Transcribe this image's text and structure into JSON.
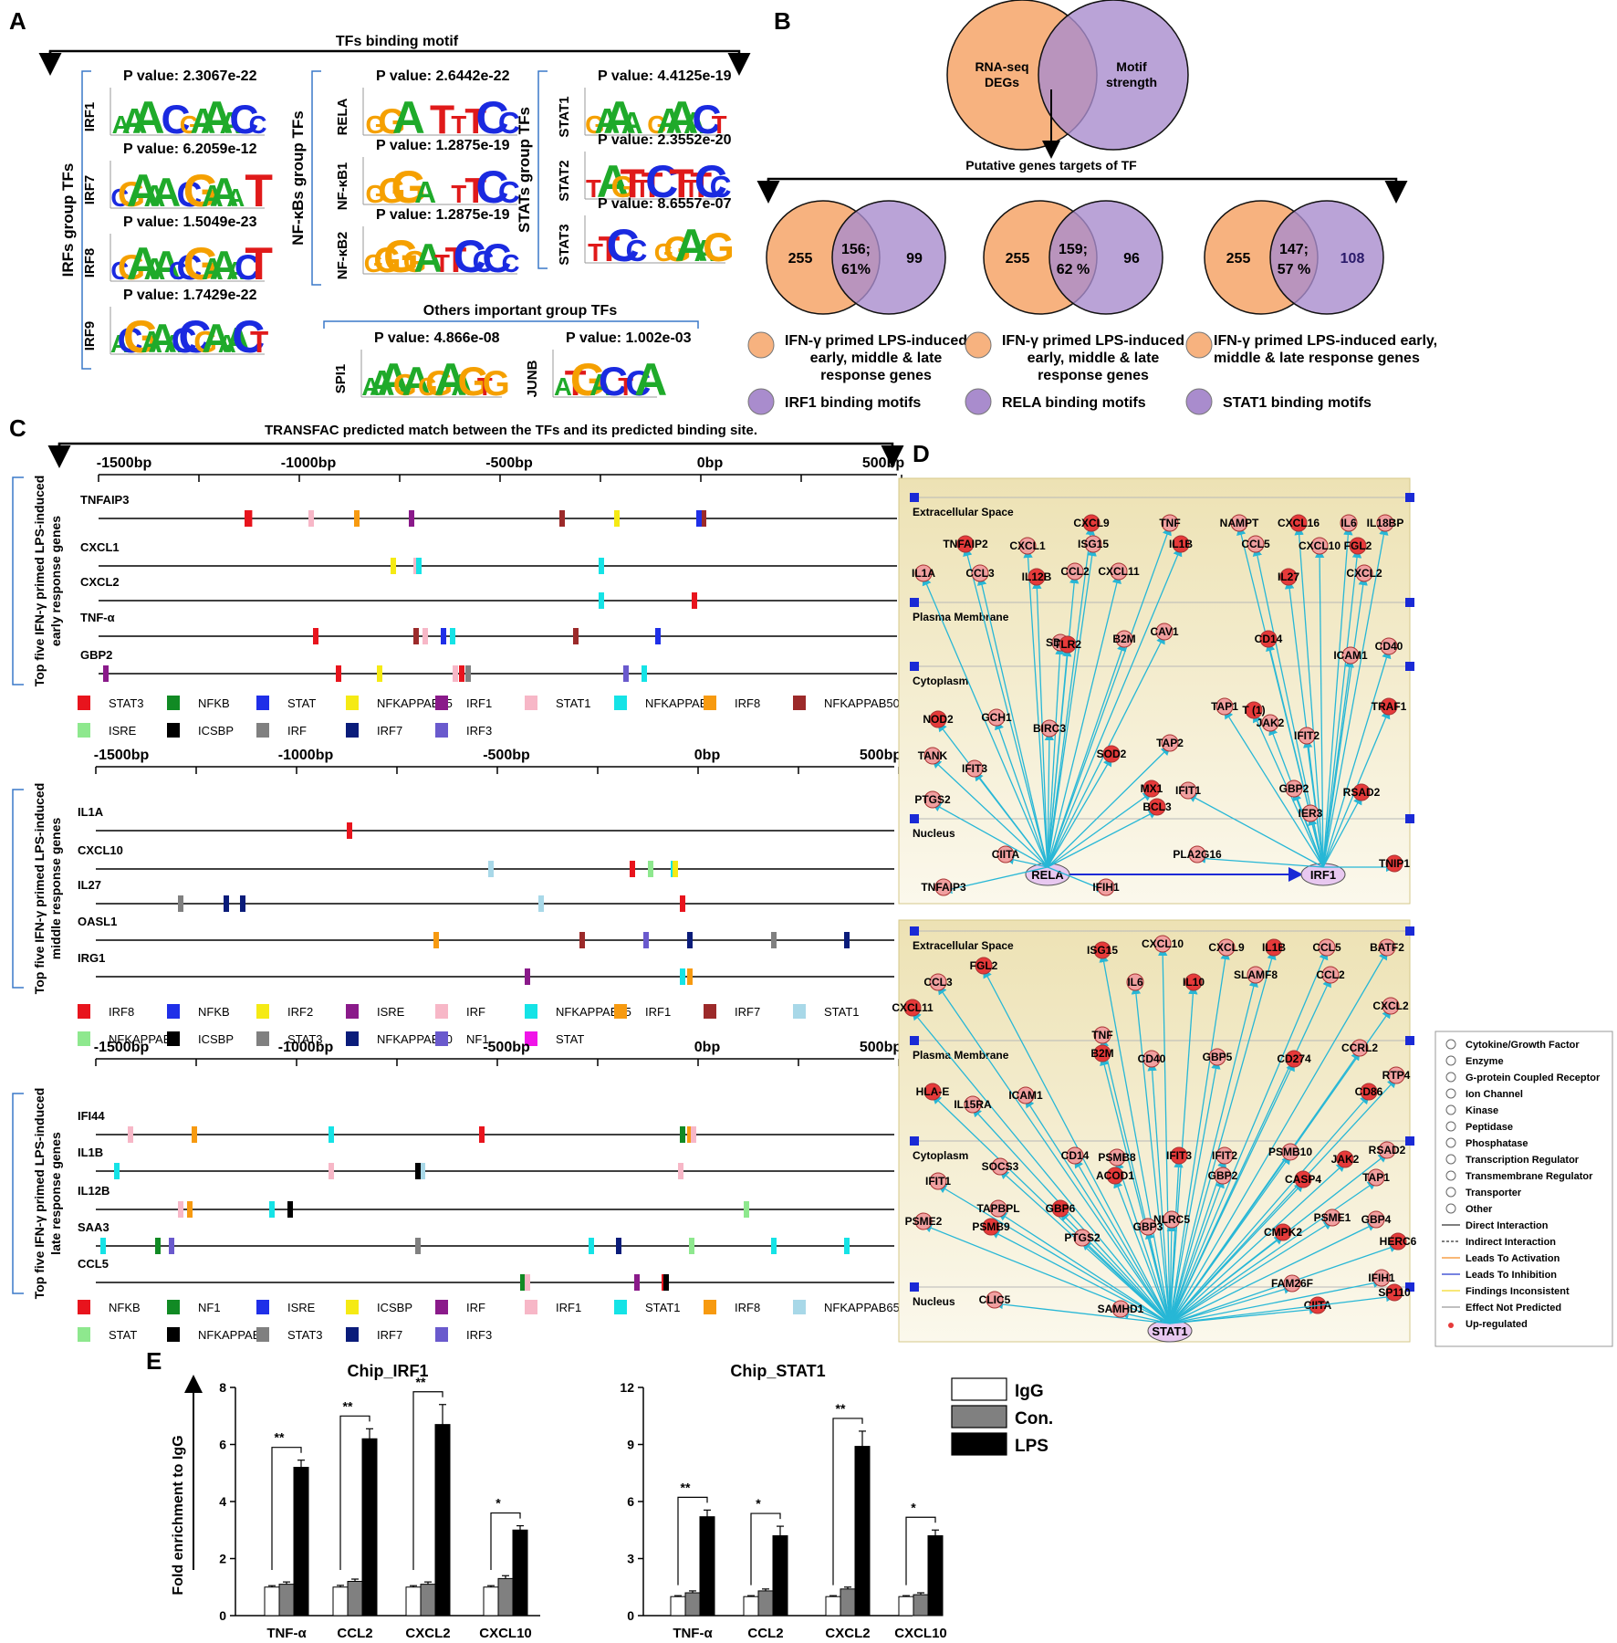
{
  "panels": {
    "A": {
      "letter": "A",
      "header": "TFs binding motif",
      "groups": [
        {
          "label": "IRFs group TFs",
          "motifs": [
            {
              "tf": "IRF1",
              "pvalue": "P value: 2.3067e-22",
              "seq": "AAA CGAAACC"
            },
            {
              "tf": "IRF7",
              "pvalue": "P value: 6.2059e-12",
              "seq": "CGAAA CGAAA T"
            },
            {
              "tf": "IRF8",
              "pvalue": "P value: 1.5049e-23",
              "seq": "CGAAACCGAAACT"
            },
            {
              "tf": "IRF9",
              "pvalue": "P value: 1.7429e-22",
              "seq": "ACGAAACCGAAACT"
            }
          ]
        },
        {
          "label": "NF-κBs group TFs",
          "motifs": [
            {
              "tf": "RELA",
              "pvalue": "P value: 2.6442e-22",
              "seq": "GGA TTTCC"
            },
            {
              "tf": "NF-κB1",
              "pvalue": "P value: 1.2875e-19",
              "seq": "GGGA TTCC"
            },
            {
              "tf": "NF-κB2",
              "pvalue": "P value: 1.2875e-19",
              "seq": "GGGGATTCCCC"
            }
          ]
        },
        {
          "label": "STATs group TFs",
          "motifs": [
            {
              "tf": "STAT1",
              "pvalue": "P value: 4.4125e-19",
              "seq": "GAAA GAAACT"
            },
            {
              "tf": "STAT2",
              "pvalue": "P value: 2.3552e-20",
              "seq": "T AGTTTC TTTCC"
            },
            {
              "tf": "STAT3",
              "pvalue": "P value: 8.6557e-07",
              "seq": "TTCC GGAAG"
            }
          ]
        }
      ],
      "others_label": "Others important group TFs",
      "others": [
        {
          "tf": "SPI1",
          "pvalue": "P value: 4.866e-08",
          "seq": "AAAGAGGAAGTG"
        },
        {
          "tf": "JUNB",
          "pvalue": "P value: 1.002e-03",
          "seq": "ATGACTCA"
        }
      ]
    },
    "B": {
      "letter": "B",
      "top_venn": {
        "left": "RNA-seq DEGs",
        "right": "Motif strength"
      },
      "arrow_label": "Putative genes targets of TF",
      "venns": [
        {
          "left": "255",
          "overlap": "156; 61%",
          "right": "99",
          "legend_orange": "IFN-γ primed LPS-induced early, middle & late response genes",
          "legend_purple": "IRF1 binding motifs"
        },
        {
          "left": "255",
          "overlap": "159; 62 %",
          "right": "96",
          "legend_orange": "IFN-γ primed LPS-induced early, middle & late response genes",
          "legend_purple": "RELA binding motifs"
        },
        {
          "left": "255",
          "overlap": "147; 57 %",
          "right": "108",
          "legend_orange": "IFN-γ primed LPS-induced early, middle & late response genes",
          "legend_purple": "STAT1 binding motifs"
        }
      ]
    },
    "C": {
      "letter": "C",
      "header": "TRANSFAC predicted match between the TFs and its predicted binding site.",
      "scale_ticks": [
        "-1500bp",
        "-1000bp",
        "-500bp",
        "0bp",
        "500bp"
      ],
      "blocks": [
        {
          "side_label": "Top five IFN-γ primed LPS-induced early response genes",
          "genes": [
            "TNFAIP3",
            "CXCL1",
            "CXCL2",
            "TNF-α",
            "GBP2"
          ],
          "legend": [
            {
              "name": "STAT3",
              "color": "#e8141d"
            },
            {
              "name": "NFKB",
              "color": "#118a24"
            },
            {
              "name": "STAT",
              "color": "#1f2fe8"
            },
            {
              "name": "NFKAPPAB65",
              "color": "#f5ea14"
            },
            {
              "name": "IRF1",
              "color": "#8a1a8a"
            },
            {
              "name": "STAT1",
              "color": "#f7b7c7"
            },
            {
              "name": "NFKAPPAB",
              "color": "#15e3e6"
            },
            {
              "name": "IRF8",
              "color": "#f79a10"
            },
            {
              "name": "NFKAPPAB50",
              "color": "#9c2a2a"
            },
            {
              "name": "ISRE",
              "color": "#8ee88e"
            },
            {
              "name": "ICSBP",
              "color": "#000000"
            },
            {
              "name": "IRF",
              "color": "#808080"
            },
            {
              "name": "IRF7",
              "color": "#0a1c7a"
            },
            {
              "name": "IRF3",
              "color": "#6a5acd"
            }
          ]
        },
        {
          "side_label": "Top five IFN-γ primed LPS-induced middle response genes",
          "genes": [
            "IL1A",
            "CXCL10",
            "IL27",
            "OASL1",
            "IRG1"
          ],
          "legend": [
            {
              "name": "IRF8",
              "color": "#e8141d"
            },
            {
              "name": "NFKB",
              "color": "#1f2fe8"
            },
            {
              "name": "IRF2",
              "color": "#f5ea14"
            },
            {
              "name": "ISRE",
              "color": "#8a1a8a"
            },
            {
              "name": "IRF",
              "color": "#f7b7c7"
            },
            {
              "name": "NFKAPPAB65",
              "color": "#15e3e6"
            },
            {
              "name": "IRF1",
              "color": "#f79a10"
            },
            {
              "name": "IRF7",
              "color": "#9c2a2a"
            },
            {
              "name": "STAT1",
              "color": "#a8d8e8"
            },
            {
              "name": "NFKAPPAB",
              "color": "#8ee88e"
            },
            {
              "name": "ICSBP",
              "color": "#000000"
            },
            {
              "name": "STAT3",
              "color": "#808080"
            },
            {
              "name": "NFKAPPAB50",
              "color": "#0a1c7a"
            },
            {
              "name": "NF1",
              "color": "#6a5acd"
            },
            {
              "name": "STAT",
              "color": "#f014e8"
            }
          ]
        },
        {
          "side_label": "Top five IFN-γ primed LPS-induced late response genes",
          "genes": [
            "IFI44",
            "IL1B",
            "IL12B",
            "SAA3",
            "CCL5"
          ],
          "legend": [
            {
              "name": "NFKB",
              "color": "#e8141d"
            },
            {
              "name": "NF1",
              "color": "#118a24"
            },
            {
              "name": "ISRE",
              "color": "#1f2fe8"
            },
            {
              "name": "ICSBP",
              "color": "#f5ea14"
            },
            {
              "name": "IRF",
              "color": "#8a1a8a"
            },
            {
              "name": "IRF1",
              "color": "#f7b7c7"
            },
            {
              "name": "STAT1",
              "color": "#15e3e6"
            },
            {
              "name": "IRF8",
              "color": "#f79a10"
            },
            {
              "name": "NFKAPPAB65",
              "color": "#a8d8e8"
            },
            {
              "name": "STAT",
              "color": "#8ee88e"
            },
            {
              "name": "NFKAPPAB",
              "color": "#000000"
            },
            {
              "name": "STAT3",
              "color": "#808080"
            },
            {
              "name": "IRF7",
              "color": "#0a1c7a"
            },
            {
              "name": "IRF3",
              "color": "#6a5acd"
            }
          ]
        }
      ]
    },
    "D": {
      "letter": "D",
      "compartments": [
        "Extracellular Space",
        "Plasma Membrane",
        "Cytoplasm",
        "Nucleus"
      ],
      "net1": {
        "hubs": [
          "RELA",
          "IRF1"
        ],
        "nodes": [
          "CXCL9",
          "TNF",
          "NAMPT",
          "CXCL16",
          "IL6",
          "IL18BP",
          "TNFAIP2",
          "CXCL1",
          "ISG15",
          "IL1B",
          "CCL5",
          "CXCL10",
          "FGL2",
          "IL1A",
          "CCL3",
          "IL12B",
          "CCL2",
          "CXCL11",
          "IL27",
          "CXCL2",
          "SDC4",
          "TLR2",
          "B2M",
          "CAV1",
          "CD14",
          "ICAM1",
          "CD40",
          "NOD2",
          "GCH1",
          "BIRC3",
          "SOD2",
          "TAP2",
          "TAP1",
          "T (1)",
          "JAK2",
          "IFIT2",
          "TRAF1",
          "TANK",
          "IFIT3",
          "MX1",
          "IFIT1",
          "GBP2",
          "RSAD2",
          "IER3",
          "PTGS2",
          "BCL3",
          "CIITA",
          "PLA2G16",
          "TNIP1",
          "TNFAIP3",
          "IFIH1"
        ]
      },
      "net2": {
        "hub": "STAT1",
        "nodes": [
          "ISG15",
          "CXCL10",
          "CXCL9",
          "IL1B",
          "CCL5",
          "BATF2",
          "FGL2",
          "CCL3",
          "IL6",
          "IL10",
          "SLAMF8",
          "CCL2",
          "CXCL11",
          "CXCL2",
          "TNF",
          "B2M",
          "CD40",
          "GBP5",
          "CD274",
          "CCRL2",
          "RTP4",
          "HLA-E",
          "IL15RA",
          "ICAM1",
          "CD86",
          "CD14",
          "PSMB8",
          "IFIT3",
          "IFIT2",
          "PSMB10",
          "JAK2",
          "RSAD2",
          "SOCS3",
          "ACOD1",
          "IFIT1",
          "GBP2",
          "CASP4",
          "TAP1",
          "TAPBPL",
          "GBP6",
          "NLRC5",
          "PSME2",
          "PSMB9",
          "PTGS2",
          "GBP3",
          "CMPK2",
          "PSME1",
          "GBP4",
          "HERC6",
          "CLIC5",
          "SAMHD1",
          "CIITA",
          "FAM26F",
          "IFIH1",
          "SP110"
        ]
      },
      "legend": [
        "Cytokine/Growth Factor",
        "Enzyme",
        "G-protein Coupled Receptor",
        "Ion Channel",
        "Kinase",
        "Peptidase",
        "Phosphatase",
        "Transcription Regulator",
        "Transmembrane Regulator",
        "Transporter",
        "Other",
        "Direct Interaction",
        "Indirect Interaction",
        "Leads To Activation",
        "Leads To Inhibition",
        "Findings Inconsistent",
        "Effect Not Predicted",
        "Up-regulated"
      ]
    },
    "E": {
      "letter": "E",
      "legend": [
        {
          "name": "IgG",
          "color": "#ffffff"
        },
        {
          "name": "Con.",
          "color": "#808080"
        },
        {
          "name": "LPS",
          "color": "#000000"
        }
      ]
    }
  },
  "chart_data": [
    {
      "type": "bar",
      "title": "Chip_IRF1",
      "ylabel": "Fold enrichment to IgG",
      "categories": [
        "TNF-α",
        "CCL2",
        "CXCL2",
        "CXCL10"
      ],
      "ylim": [
        0,
        8
      ],
      "yticks": [
        "0",
        "2",
        "4",
        "6",
        "8"
      ],
      "series": [
        {
          "name": "IgG",
          "values": [
            1.0,
            1.0,
            1.0,
            1.0
          ],
          "err": [
            0.05,
            0.06,
            0.05,
            0.05
          ]
        },
        {
          "name": "Con.",
          "values": [
            1.1,
            1.2,
            1.1,
            1.3
          ],
          "err": [
            0.08,
            0.08,
            0.08,
            0.1
          ]
        },
        {
          "name": "LPS",
          "values": [
            5.2,
            6.2,
            6.7,
            3.0
          ],
          "err": [
            0.25,
            0.35,
            0.7,
            0.15
          ]
        }
      ],
      "significance": [
        "**",
        "**",
        "**",
        "*"
      ]
    },
    {
      "type": "bar",
      "title": "Chip_STAT1",
      "ylabel": "",
      "categories": [
        "TNF-α",
        "CCL2",
        "CXCL2",
        "CXCL10"
      ],
      "ylim": [
        0,
        12
      ],
      "yticks": [
        "0",
        "3",
        "6",
        "9",
        "12"
      ],
      "series": [
        {
          "name": "IgG",
          "values": [
            1.0,
            1.0,
            1.0,
            1.0
          ],
          "err": [
            0.05,
            0.05,
            0.05,
            0.05
          ]
        },
        {
          "name": "Con.",
          "values": [
            1.2,
            1.3,
            1.4,
            1.1
          ],
          "err": [
            0.1,
            0.1,
            0.1,
            0.1
          ]
        },
        {
          "name": "LPS",
          "values": [
            5.2,
            4.2,
            8.9,
            4.2
          ],
          "err": [
            0.35,
            0.5,
            0.8,
            0.3
          ]
        }
      ],
      "significance": [
        "**",
        "*",
        "**",
        "*"
      ]
    }
  ]
}
